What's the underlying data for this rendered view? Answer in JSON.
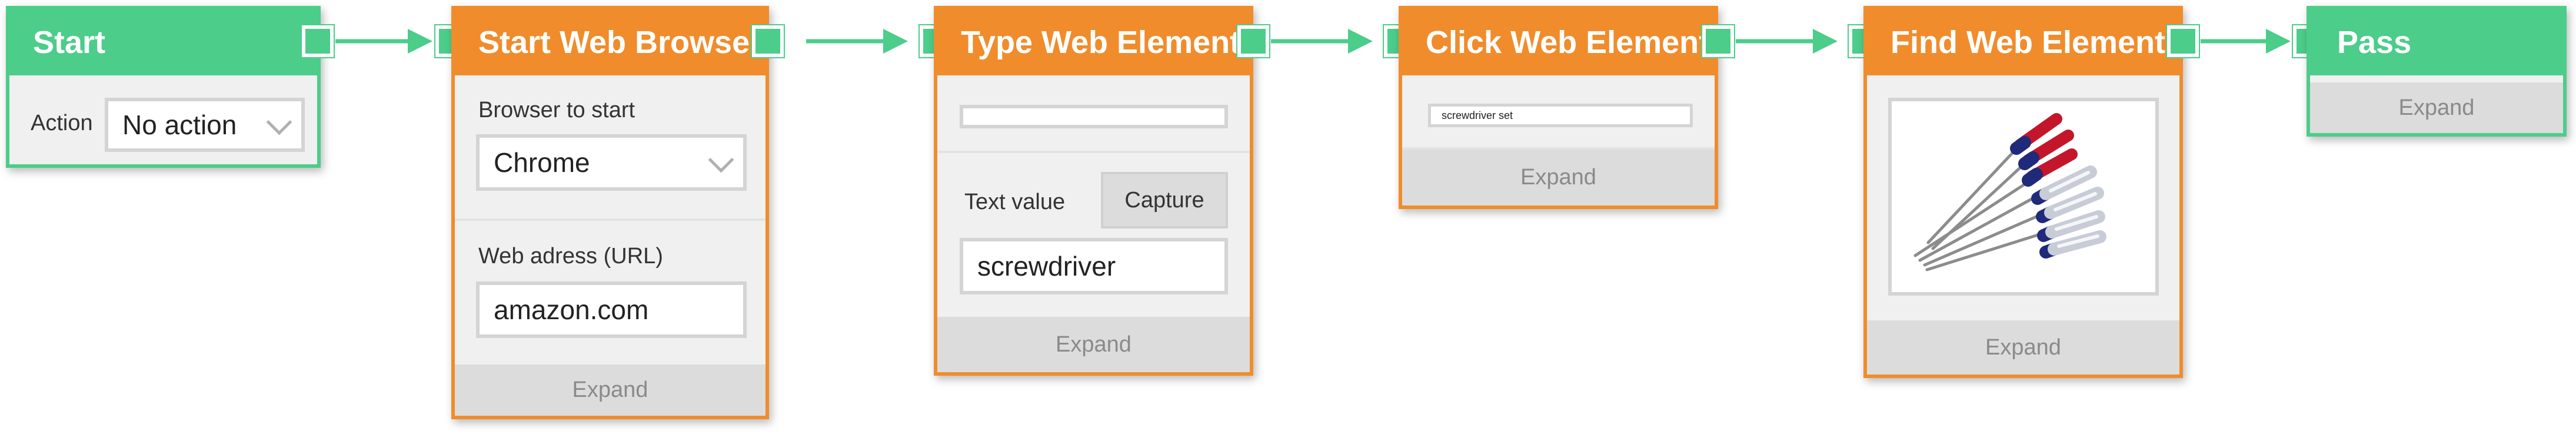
{
  "colors": {
    "start_end_node": "#4ccd8a",
    "action_node": "#f08c2c",
    "connector": "#4ccd8a"
  },
  "nodes": {
    "start": {
      "title": "Start",
      "action_label": "Action",
      "action_value": "No action"
    },
    "browser": {
      "title": "Start Web Browser",
      "browser_label": "Browser to start",
      "browser_value": "Chrome",
      "url_label": "Web adress (URL)",
      "url_value": "amazon.com",
      "expand": "Expand"
    },
    "type": {
      "title": "Type Web Element",
      "text_label": "Text value",
      "capture": "Capture",
      "text_value": "screwdriver",
      "expand": "Expand"
    },
    "click": {
      "title": "Click Web Element",
      "element_text": "screwdriver set",
      "expand": "Expand"
    },
    "find": {
      "title": "Find Web Element",
      "image_icon": "screwdriver-set-image",
      "expand": "Expand"
    },
    "pass": {
      "title": "Pass",
      "expand": "Expand"
    }
  }
}
